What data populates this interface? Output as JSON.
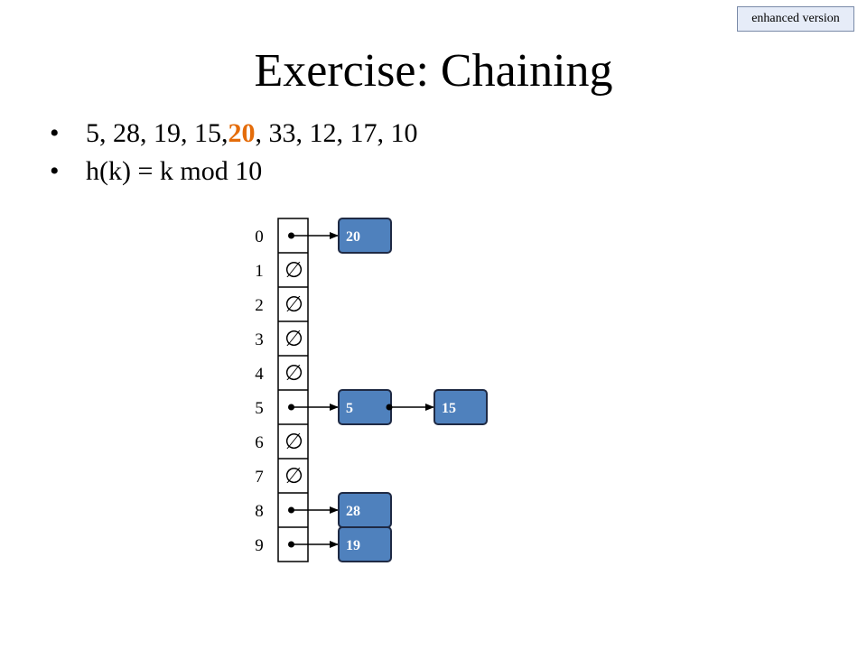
{
  "badge": "enhanced version",
  "title": "Exercise: Chaining",
  "bullets": {
    "keys": [
      {
        "text": "5, 28, 19, 15, ",
        "highlight": false
      },
      {
        "text": "20",
        "highlight": true
      },
      {
        "text": ", 33, 12, 17, 10",
        "highlight": false
      }
    ],
    "hash": "h(k) = k mod 10"
  },
  "colors": {
    "node_fill": "#4f81bd",
    "node_border": "#1f2a44",
    "highlight": "#e46c0a"
  },
  "table": {
    "indices": [
      "0",
      "1",
      "2",
      "3",
      "4",
      "5",
      "6",
      "7",
      "8",
      "9"
    ],
    "empty_symbol": "∅",
    "slots": [
      {
        "index": 0,
        "chain": [
          "20"
        ]
      },
      {
        "index": 1,
        "chain": []
      },
      {
        "index": 2,
        "chain": []
      },
      {
        "index": 3,
        "chain": []
      },
      {
        "index": 4,
        "chain": []
      },
      {
        "index": 5,
        "chain": [
          "5",
          "15"
        ]
      },
      {
        "index": 6,
        "chain": []
      },
      {
        "index": 7,
        "chain": []
      },
      {
        "index": 8,
        "chain": [
          "28"
        ]
      },
      {
        "index": 9,
        "chain": [
          "19"
        ]
      }
    ]
  }
}
